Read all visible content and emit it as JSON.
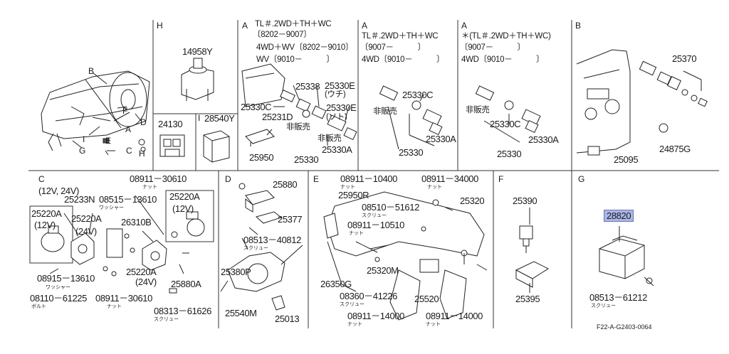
{
  "sections": {
    "top_left": {
      "labels": {
        "b": "B",
        "f": "F",
        "a": "A",
        "d": "D",
        "i": "I",
        "g": "G",
        "e": "E",
        "c": "C",
        "h": "H"
      }
    },
    "h": {
      "letter": "H",
      "part1": "14958Y"
    },
    "h2": {
      "part": "24130"
    },
    "i": {
      "letter": "I",
      "part": "28540Y"
    },
    "a1": {
      "letter": "A",
      "header_1": "TL＃.2WD＋TH＋WC",
      "header_2": "〔8202－9007〕",
      "header_3": "4WD＋WV〔8202－9010〕",
      "header_4": "WV〔9010－　　　〕",
      "parts": {
        "p25338": "25338",
        "p25330e_1": "25330E",
        "uchi": "(ウチ)",
        "p25330c": "25330C",
        "p25231d": "25231D",
        "p25330e_2": "25330E",
        "soto": "(ソト)",
        "hihanbai_1": "非販売",
        "hihanbai_2": "非販売",
        "p25950": "25950",
        "p25330": "25330",
        "p25330a": "25330A"
      }
    },
    "a2": {
      "letter": "A",
      "header_1": "TL＃.2WD＋TH＋WC",
      "header_2": "〔9007－　　　〕",
      "header_3": "4WD〔9010－　　　〕",
      "parts": {
        "p25330c": "25330C",
        "hihanbai": "非販売",
        "p25330a": "25330A",
        "p25330": "25330"
      }
    },
    "a3": {
      "letter": "A",
      "header_1": "＊(TL＃.2WD＋TH＋WC)",
      "header_2": "〔9007－　　　〕",
      "header_3": "4WD〔9010－　　　〕",
      "parts": {
        "hihanbai": "非販売",
        "p25330c": "25330C",
        "p25330a": "25330A",
        "p25330": "25330"
      }
    },
    "b": {
      "letter": "B",
      "parts": {
        "p25370": "25370",
        "p25095": "25095",
        "p24875g": "24875G"
      }
    },
    "c": {
      "letter": "C",
      "subtitle": "(12V, 24V)",
      "parts": {
        "p08911_30610_top": "08911－30610",
        "nut_top": "ナット",
        "p25233n": "25233N",
        "p08515_13610": "08515－13610",
        "washer_1": "ワッシャー",
        "p25220a_left": "25220A",
        "v12_left": "(12V)",
        "p25220a_mid": "25220A",
        "v24_mid": "(24V)",
        "p25220a_box": "25220A",
        "v12_box": "(12V)",
        "p26310b": "26310B",
        "p25220a_low": "25220A",
        "v24_low": "(24V)",
        "p25880a": "25880A",
        "p08915_13610": "08915－13610",
        "washer_2": "ワッシャー",
        "p08110_61225": "08110－61225",
        "bolt": "ボルト",
        "p08911_30610_low": "08911－30610",
        "nut_low": "ナット",
        "p08313_61626": "08313－61626",
        "screw": "スクリュー"
      }
    },
    "d": {
      "letter": "D",
      "parts": {
        "p25880": "25880",
        "p25377": "25377",
        "p08513_40812": "08513－40812",
        "screw": "スクリュー",
        "p25380p": "25380P",
        "p25540m": "25540M",
        "p25013": "25013"
      }
    },
    "e": {
      "letter": "E",
      "parts": {
        "p08911_10400": "08911－10400",
        "nut_1": "ナット",
        "p08911_34000": "08911－34000",
        "nut_2": "ナット",
        "p25950r": "25950R",
        "p25320": "25320",
        "p08510_51612": "08510－51612",
        "screw_1": "スクリュー",
        "p08911_10510": "08911－10510",
        "nut_3": "ナット",
        "p25320m": "25320M",
        "p26350g": "26350G",
        "p08360_41226": "08360－41226",
        "screw_2": "スクリュー",
        "p25520": "25520",
        "p08911_14000_a": "08911－14000",
        "nut_4": "ナット",
        "p08911_14000_b": "08911－14000",
        "nut_5": "ナット"
      }
    },
    "f": {
      "letter": "F",
      "parts": {
        "p25390": "25390",
        "p25395": "25395"
      }
    },
    "g": {
      "letter": "G",
      "parts": {
        "p28820": "28820",
        "p08513_61212": "08513－61212",
        "screw": "スクリュー"
      },
      "diagram_code": "F22-A-G2403-0064"
    }
  },
  "colors": {
    "highlight": "#aab6e8",
    "line": "#222222",
    "background": "#ffffff"
  }
}
